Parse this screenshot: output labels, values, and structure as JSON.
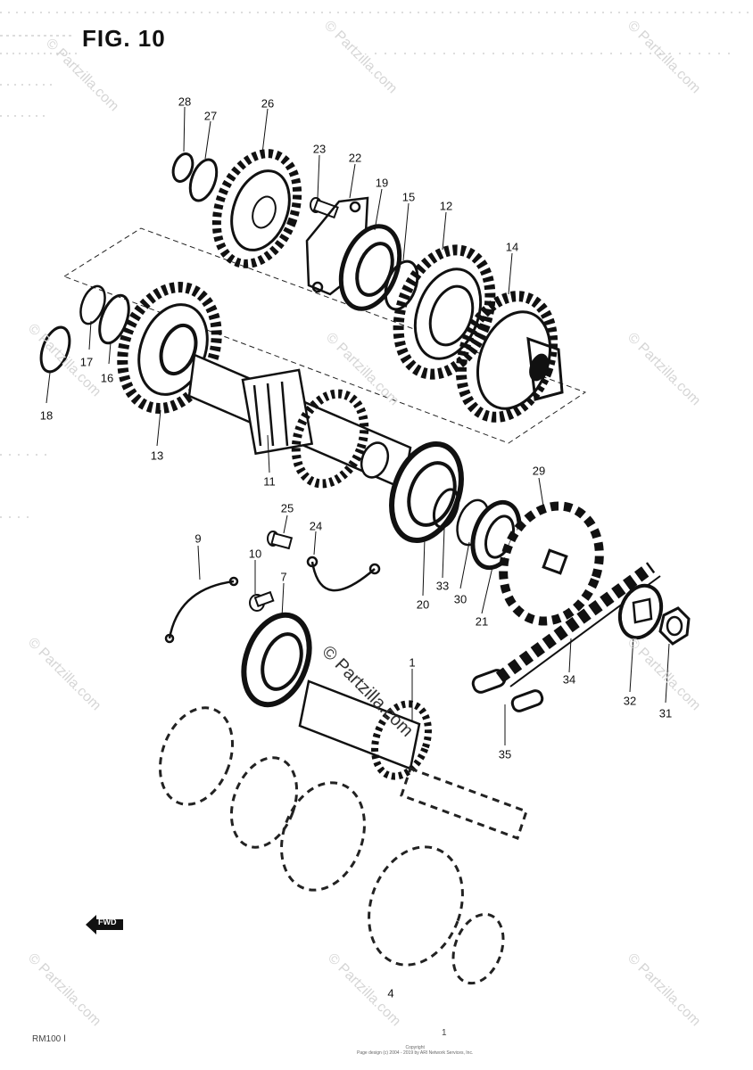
{
  "figure": {
    "title": "FIG. 10"
  },
  "watermark": {
    "text": "© Partzilla.com"
  },
  "footer": {
    "left": "RM100 Ⅰ",
    "right": "1"
  },
  "copyright": {
    "line1": "Copyright",
    "line2": "Page design (c) 2004 - 2019 by ARI Network Services, Inc."
  },
  "front_arrow": {
    "label": "FWD"
  },
  "callouts": [
    {
      "id": "1",
      "label": "1"
    },
    {
      "id": "4",
      "label": "4"
    },
    {
      "id": "7",
      "label": "7"
    },
    {
      "id": "9",
      "label": "9"
    },
    {
      "id": "10",
      "label": "10"
    },
    {
      "id": "11",
      "label": "11"
    },
    {
      "id": "12",
      "label": "12"
    },
    {
      "id": "13",
      "label": "13"
    },
    {
      "id": "14",
      "label": "14"
    },
    {
      "id": "15",
      "label": "15"
    },
    {
      "id": "16",
      "label": "16"
    },
    {
      "id": "17",
      "label": "17"
    },
    {
      "id": "18",
      "label": "18"
    },
    {
      "id": "19",
      "label": "19"
    },
    {
      "id": "20",
      "label": "20"
    },
    {
      "id": "21",
      "label": "21"
    },
    {
      "id": "22",
      "label": "22"
    },
    {
      "id": "23",
      "label": "23"
    },
    {
      "id": "24",
      "label": "24"
    },
    {
      "id": "25",
      "label": "25"
    },
    {
      "id": "26",
      "label": "26"
    },
    {
      "id": "27",
      "label": "27"
    },
    {
      "id": "28",
      "label": "28"
    },
    {
      "id": "29",
      "label": "29"
    },
    {
      "id": "30",
      "label": "30"
    },
    {
      "id": "31",
      "label": "31"
    },
    {
      "id": "32",
      "label": "32"
    },
    {
      "id": "33",
      "label": "33"
    },
    {
      "id": "34",
      "label": "34"
    },
    {
      "id": "35",
      "label": "35"
    }
  ]
}
